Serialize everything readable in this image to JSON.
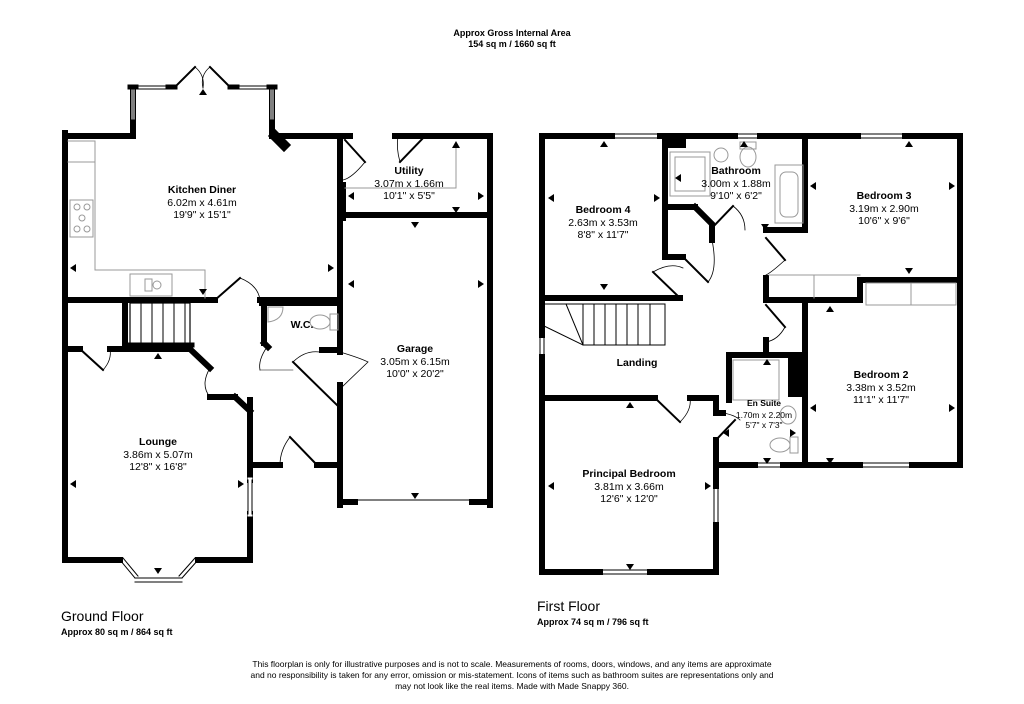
{
  "header": {
    "title": "Approx Gross Internal Area",
    "area": "154 sq m / 1660 sq ft"
  },
  "colors": {
    "wall": "#000000",
    "fixture": "#999999",
    "background": "#ffffff"
  },
  "ground_floor": {
    "title": "Ground Floor",
    "area": "Approx 80 sq m / 864 sq ft",
    "rooms": {
      "kitchen": {
        "name": "Kitchen Diner",
        "metric": "6.02m x 4.61m",
        "imperial": "19'9\" x 15'1\""
      },
      "utility": {
        "name": "Utility",
        "metric": "3.07m x 1.66m",
        "imperial": "10'1\" x 5'5\""
      },
      "wc": {
        "name": "W.C."
      },
      "garage": {
        "name": "Garage",
        "metric": "3.05m x 6.15m",
        "imperial": "10'0\" x 20'2\""
      },
      "lounge": {
        "name": "Lounge",
        "metric": "3.86m x 5.07m",
        "imperial": "12'8\" x 16'8\""
      }
    }
  },
  "first_floor": {
    "title": "First Floor",
    "area": "Approx 74 sq m / 796 sq ft",
    "rooms": {
      "bedroom4": {
        "name": "Bedroom 4",
        "metric": "2.63m x 3.53m",
        "imperial": "8'8\" x 11'7\""
      },
      "bathroom": {
        "name": "Bathroom",
        "metric": "3.00m x 1.88m",
        "imperial": "9'10\" x 6'2\""
      },
      "bedroom3": {
        "name": "Bedroom 3",
        "metric": "3.19m x 2.90m",
        "imperial": "10'6\" x 9'6\""
      },
      "landing": {
        "name": "Landing"
      },
      "ensuite": {
        "name": "En Suite",
        "metric": "1.70m x 2.20m",
        "imperial": "5'7\" x 7'3\""
      },
      "bedroom2": {
        "name": "Bedroom 2",
        "metric": "3.38m x 3.52m",
        "imperial": "11'1\" x 11'7\""
      },
      "principal": {
        "name": "Principal Bedroom",
        "metric": "3.81m x 3.66m",
        "imperial": "12'6\" x 12'0\""
      }
    }
  },
  "disclaimer": {
    "line1": "This floorplan is only for illustrative purposes and is not to scale. Measurements of rooms, doors, windows, and any items are approximate",
    "line2": "and no responsibility is taken for any error, omission or mis-statement. Icons of items such as bathroom suites are representations only and",
    "line3": "may not look like the real items. Made with Made Snappy 360."
  }
}
